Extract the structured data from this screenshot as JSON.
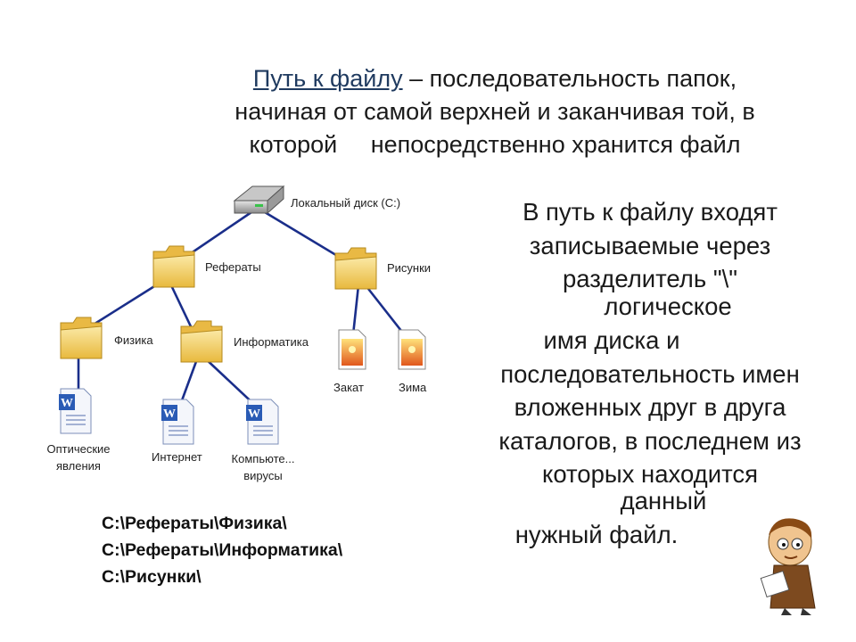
{
  "definition": {
    "term": "Путь к файлу",
    "rest_line1": " – последовательность папок,",
    "line2": "начиная от самой верхней и заканчивая той, в",
    "line3": "которой     непосредственно хранится файл"
  },
  "explanation": {
    "lines": [
      "В путь к файлу входят",
      "записываемые через",
      "разделитель \"\\\"",
      "логическое",
      "имя диска и",
      "последовательность имен",
      "вложенных друг в друга",
      "каталогов, в последнем из",
      "которых находится",
      "данный",
      "нужный файл."
    ]
  },
  "tree": {
    "disk": "Локальный диск (C:)",
    "referaty": "Рефераты",
    "risunki": "Рисунки",
    "fizika": "Физика",
    "informatika": "Информатика",
    "zakat": "Закат",
    "zima": "Зима",
    "opt_line1": "Оптические",
    "opt_line2": "явления",
    "internet": "Интернет",
    "virus_line1": "Компьюте...",
    "virus_line2": "вирусы"
  },
  "paths": [
    "C:\\Рефераты\\Физика\\",
    "C:\\Рефераты\\Информатика\\",
    "C:\\Рисунки\\"
  ],
  "colors": {
    "connector": "#1a2e8a",
    "folder": "#f5d36a",
    "term": "#1f3a5f"
  }
}
